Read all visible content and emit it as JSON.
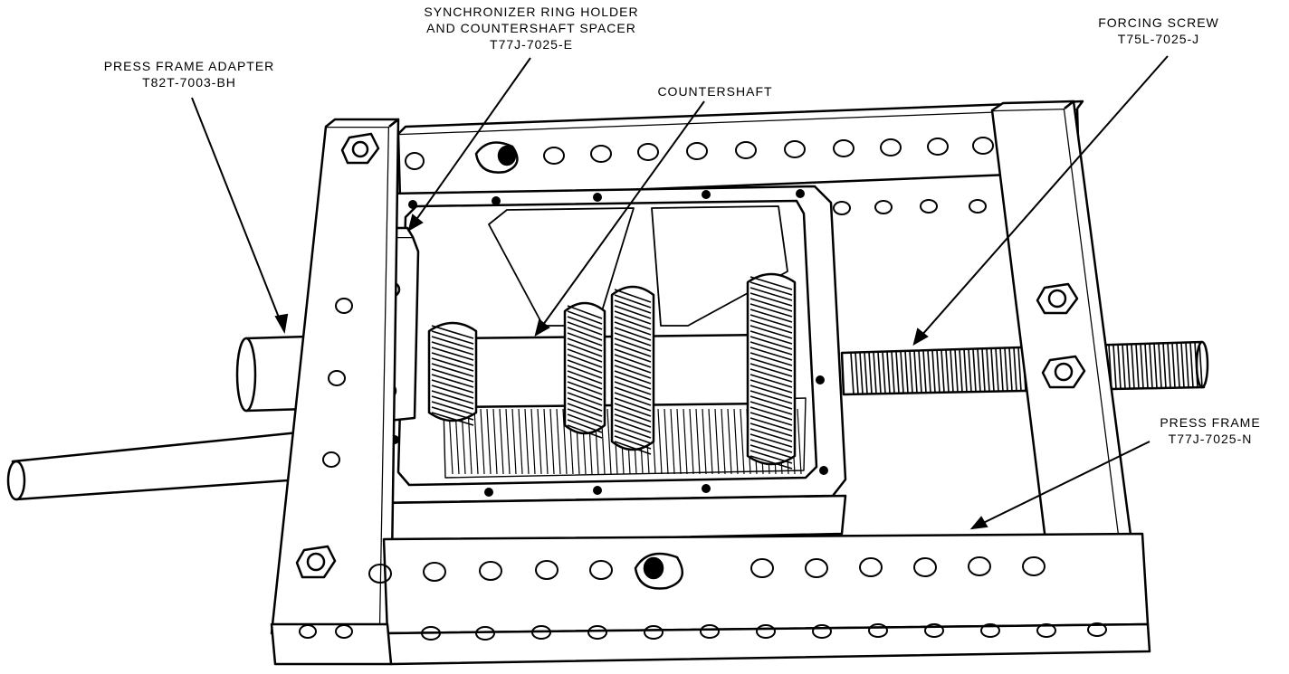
{
  "labels": {
    "synchronizer": {
      "line1": "SYNCHRONIZER RING HOLDER",
      "line2": "AND COUNTERSHAFT SPACER",
      "part": "T77J-7025-E"
    },
    "forcing_screw": {
      "line1": "FORCING SCREW",
      "part": "T75L-7025-J"
    },
    "press_frame_adapter": {
      "line1": "PRESS FRAME ADAPTER",
      "part": "T82T-7003-BH"
    },
    "countershaft": {
      "line1": "COUNTERSHAFT"
    },
    "press_frame": {
      "line1": "PRESS FRAME",
      "part": "T77J-7025-N"
    }
  },
  "colors": {
    "ink": "#000000",
    "paper": "#ffffff",
    "shade": "#dcdcdc"
  }
}
